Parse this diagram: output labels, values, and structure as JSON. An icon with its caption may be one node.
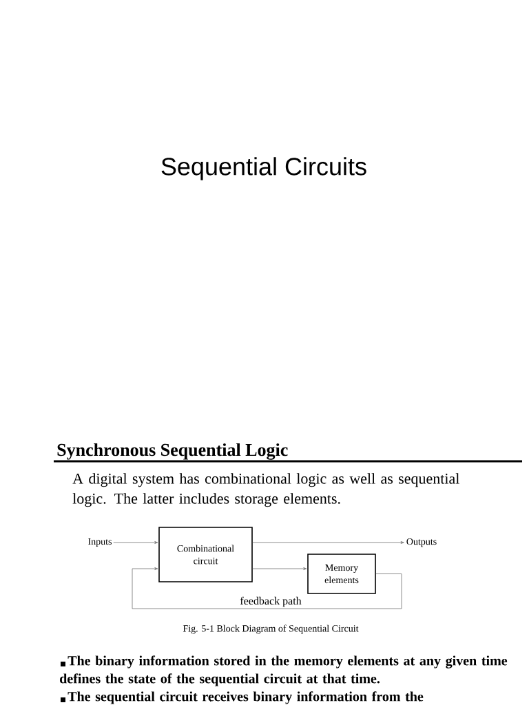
{
  "diagram": {
    "title": "Sequential Circuits",
    "nodes": [
      {
        "text": [
          "Inputs"
        ]
      },
      {
        "text": [
          "Combinational circuit"
        ]
      },
      {
        "text": [
          "Memory elements"
        ]
      },
      {
        "text": [
          "Outputs"
        ]
      }
    ],
    "edges": [
      {
        "from": 0,
        "to": 1,
        "arrow": "to"
      },
      {
        "from": 1,
        "to": 3,
        "arrow": "to"
      },
      {
        "from": 1,
        "to": 2,
        "arrow": "to"
      },
      {
        "from": 2,
        "to": 1,
        "arrow": "to",
        "label": "feedback path"
      }
    ],
    "labels": [
      "Synchronous Sequential Logic",
      "A digital system has combinational logic as well as sequential logic.  The latter includes storage elements.",
      "The binary information stored in the memory elements at any given time defines the state of the sequential circuit at that time.",
      "The sequential circuit receives binary information from the"
    ],
    "caption": "Fig. 5-1  Block Diagram of Sequential Circuit"
  }
}
